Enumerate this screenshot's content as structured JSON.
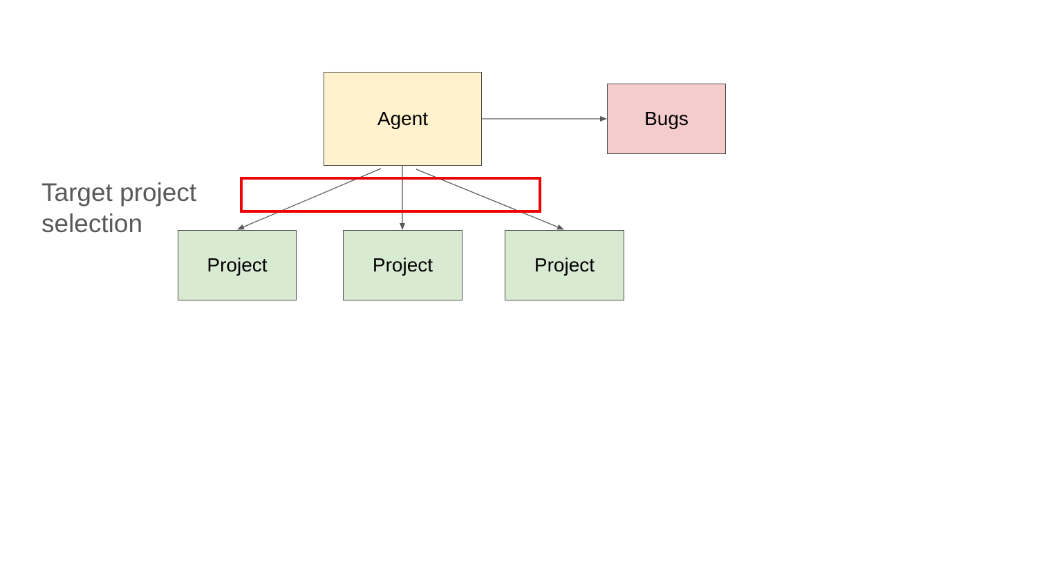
{
  "nodes": {
    "agent": {
      "label": "Agent",
      "fill": "#fff2cc"
    },
    "bugs": {
      "label": "Bugs",
      "fill": "#f4cccc"
    },
    "projects": [
      {
        "label": "Project",
        "fill": "#d9ead3"
      },
      {
        "label": "Project",
        "fill": "#d9ead3"
      },
      {
        "label": "Project",
        "fill": "#d9ead3"
      }
    ]
  },
  "annotation": {
    "lines": [
      "Target project",
      "selection"
    ]
  },
  "colors": {
    "highlight": "#ee0000",
    "connector": "#595959",
    "annotation_text": "#595959"
  }
}
